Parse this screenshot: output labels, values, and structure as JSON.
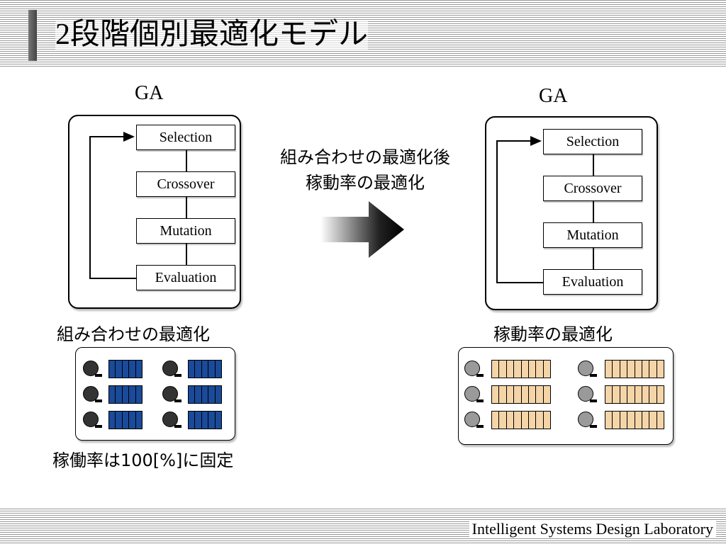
{
  "slide": {
    "title": "2段階個別最適化モデル",
    "footer": "Intelligent Systems Design Laboratory"
  },
  "left": {
    "heading": "GA",
    "steps": [
      "Selection",
      "Crossover",
      "Mutation",
      "Evaluation"
    ],
    "caption": "組み合わせの最適化",
    "note": "稼働率は100[%]に固定"
  },
  "transition": {
    "line1": "組み合わせの最適化後",
    "line2": "稼動率の最適化"
  },
  "right": {
    "heading": "GA",
    "steps": [
      "Selection",
      "Crossover",
      "Mutation",
      "Evaluation"
    ],
    "caption": "稼動率の最適化"
  },
  "colors": {
    "left_gene": "#1a4a9a",
    "left_node": "#333333",
    "right_gene": "#f5d5a8",
    "right_node": "#9a9a9a"
  }
}
